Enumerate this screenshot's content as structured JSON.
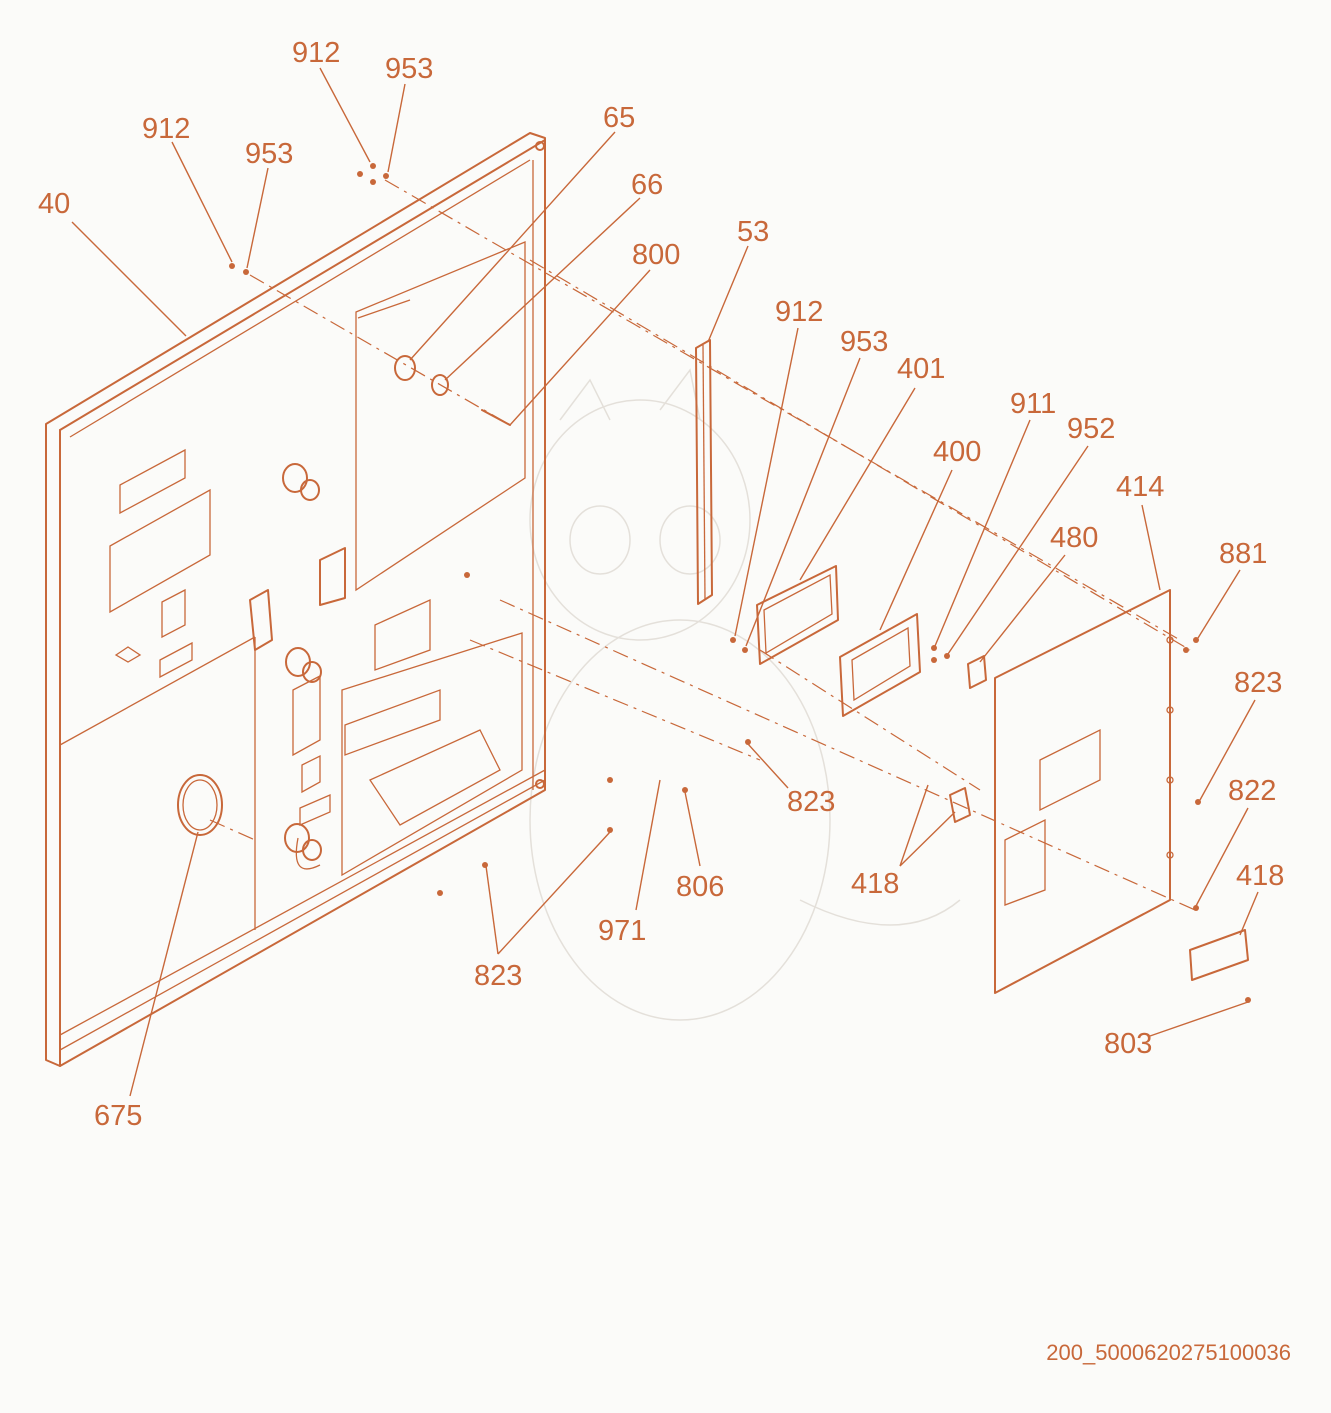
{
  "doc_id": "200_5000620275100036",
  "accent_color": "#c8683a",
  "callouts": [
    {
      "id": "c912a",
      "label": "912"
    },
    {
      "id": "c953a",
      "label": "953"
    },
    {
      "id": "c912b",
      "label": "912"
    },
    {
      "id": "c953b",
      "label": "953"
    },
    {
      "id": "c40",
      "label": "40"
    },
    {
      "id": "c65",
      "label": "65"
    },
    {
      "id": "c66",
      "label": "66"
    },
    {
      "id": "c800",
      "label": "800"
    },
    {
      "id": "c53",
      "label": "53"
    },
    {
      "id": "c912c",
      "label": "912"
    },
    {
      "id": "c953c",
      "label": "953"
    },
    {
      "id": "c401",
      "label": "401"
    },
    {
      "id": "c911",
      "label": "911"
    },
    {
      "id": "c952",
      "label": "952"
    },
    {
      "id": "c400",
      "label": "400"
    },
    {
      "id": "c414",
      "label": "414"
    },
    {
      "id": "c480",
      "label": "480"
    },
    {
      "id": "c881",
      "label": "881"
    },
    {
      "id": "c823a",
      "label": "823"
    },
    {
      "id": "c822",
      "label": "822"
    },
    {
      "id": "c418a",
      "label": "418"
    },
    {
      "id": "c418b",
      "label": "418"
    },
    {
      "id": "c803",
      "label": "803"
    },
    {
      "id": "c823b",
      "label": "823"
    },
    {
      "id": "c806",
      "label": "806"
    },
    {
      "id": "c971",
      "label": "971"
    },
    {
      "id": "c823c",
      "label": "823"
    },
    {
      "id": "c675",
      "label": "675"
    }
  ]
}
